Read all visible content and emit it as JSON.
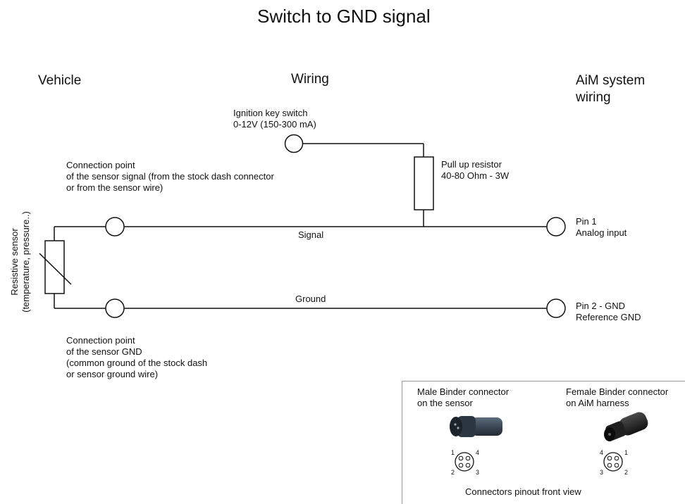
{
  "title": "Switch to GND signal",
  "columns": {
    "vehicle": "Vehicle",
    "wiring": "Wiring",
    "aim": "AiM system\nwiring"
  },
  "ignition": "Ignition key switch\n0-12V (150-300 mA)",
  "resistor": "Pull up resistor\n40-80 Ohm - 3W",
  "sensor_signal_point": "Connection point\nof the sensor signal (from the stock dash connector\nor from the sensor wire)",
  "sensor_gnd_point": "Connection point\nof the sensor GND\n(common ground of the stock dash\nor sensor ground wire)",
  "sensor": "Resistive sensor\n(temperature, pressure..)",
  "wires": {
    "signal": "Signal",
    "ground": "Ground"
  },
  "pins": {
    "pin1": "Pin 1\nAnalog input",
    "pin2": "Pin 2 - GND\nReference GND"
  },
  "connectors": {
    "male": "Male Binder connector\non the sensor",
    "female": "Female Binder connector\non AiM harness",
    "caption": "Connectors pinout front view",
    "male_pins": [
      "1",
      "4",
      "2",
      "3"
    ],
    "female_pins": [
      "4",
      "1",
      "3",
      "2"
    ]
  }
}
